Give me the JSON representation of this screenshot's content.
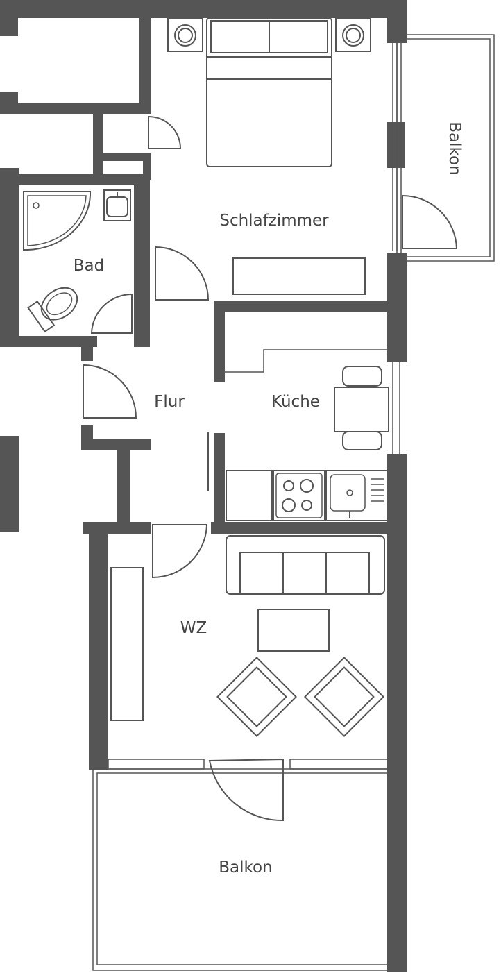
{
  "plan": {
    "colors": {
      "wall": "#555555",
      "background": "#ffffff",
      "text": "#444444"
    },
    "rooms": {
      "bedroom": "Schlafzimmer",
      "bathroom": "Bad",
      "hallway": "Flur",
      "kitchen": "Küche",
      "living_room": "WZ",
      "balcony_side": "Balkon",
      "balcony_bottom": "Balkon"
    },
    "icons": [
      "bed-icon",
      "nightstand-icon",
      "shower-icon",
      "sink-icon",
      "toilet-icon",
      "door-swing-icon",
      "stove-icon",
      "kitchen-sink-icon",
      "dining-table-icon",
      "chair-icon",
      "sofa-icon",
      "armchair-icon",
      "coffee-table-icon",
      "wardrobe-icon",
      "shelf-icon"
    ]
  }
}
